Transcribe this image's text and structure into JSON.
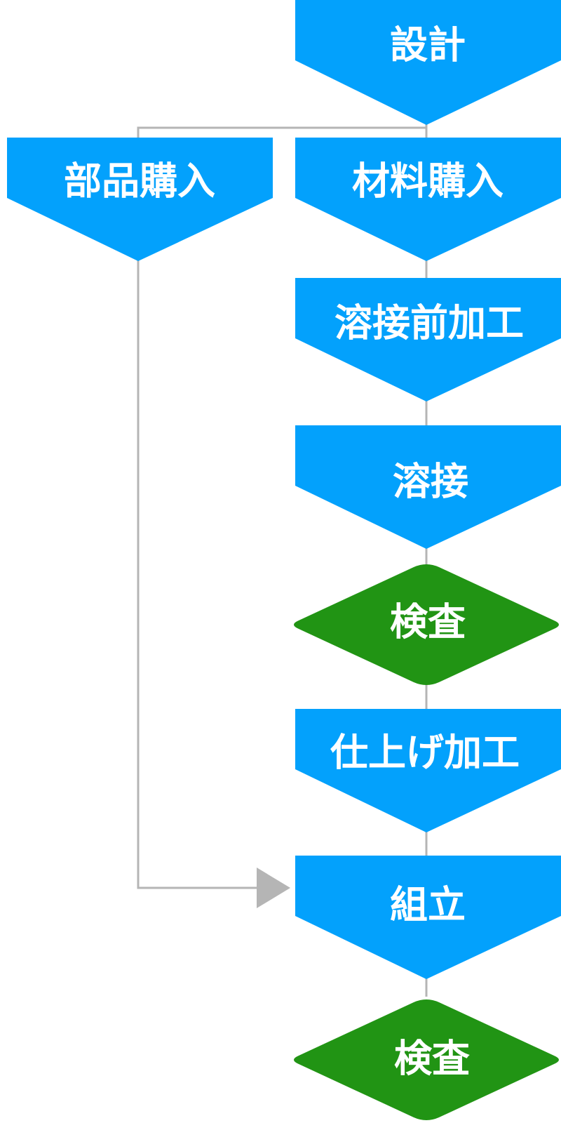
{
  "colors": {
    "process": "#03A1FC",
    "inspection": "#219414",
    "connector": "#b5b5b5",
    "text": "#ffffff"
  },
  "steps": [
    {
      "label": "設計",
      "kind": "process"
    },
    {
      "label": "部品購入",
      "kind": "process"
    },
    {
      "label": "材料購入",
      "kind": "process"
    },
    {
      "label": "溶接前加工",
      "kind": "process"
    },
    {
      "label": "溶接",
      "kind": "process"
    },
    {
      "label": "検査",
      "kind": "inspection"
    },
    {
      "label": "仕上げ加工",
      "kind": "process"
    },
    {
      "label": "組立",
      "kind": "process"
    },
    {
      "label": "検査",
      "kind": "inspection"
    }
  ]
}
